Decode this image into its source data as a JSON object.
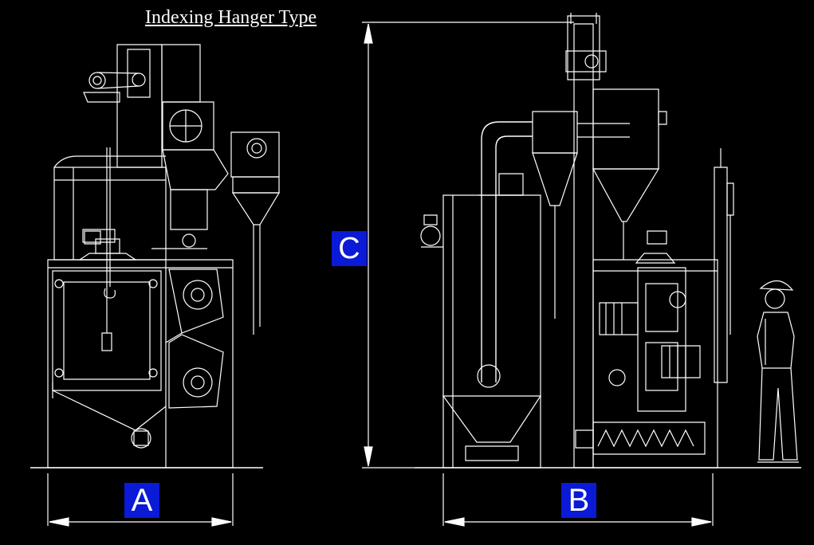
{
  "title": "Indexing Hanger Type",
  "dimensions": {
    "a": "A",
    "b": "B",
    "c": "C"
  },
  "colors": {
    "background": "#000000",
    "line": "#ffffff",
    "label_fill": "#0a1ad6"
  }
}
